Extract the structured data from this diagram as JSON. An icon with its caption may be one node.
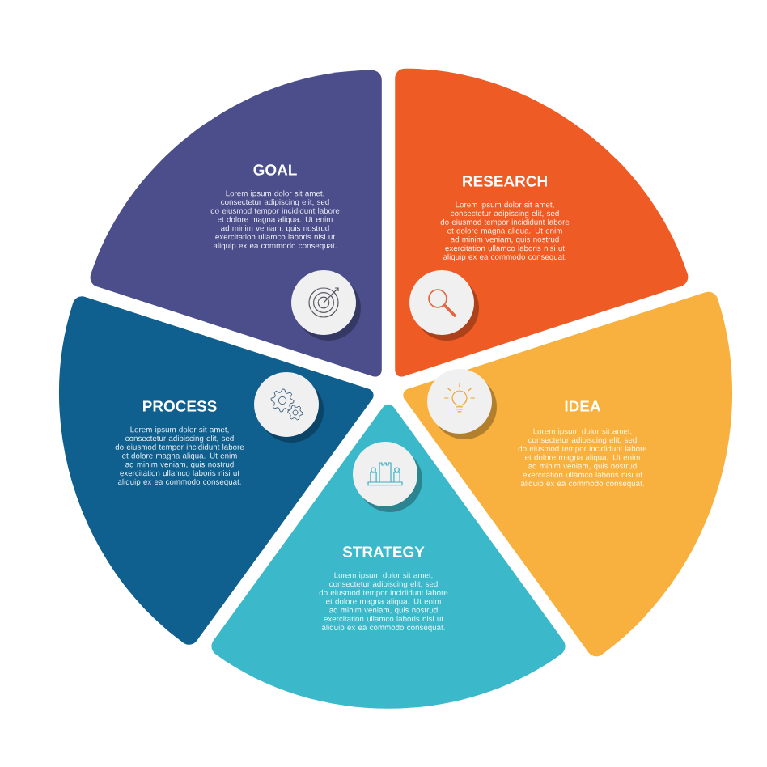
{
  "diagram": {
    "nodes": [
      {
        "text": [
          "GOAL",
          "Lorem ipsum dolor sit amet, consectetur adipiscing elit, sed do eiusmod tempor incididunt labore et dolore magna aliqua. Ut enim ad minim veniam, quis nostrud exercitation ullamco laboris nisi ut aliquip ex ea commodo consequat."
        ]
      },
      {
        "text": [
          "RESEARCH",
          "Lorem ipsum dolor sit amet, consectetur adipiscing elit, sed do eiusmod tempor incididunt labore et dolore magna aliqua. Ut enim ad minim veniam, quis nostrud exercitation ullamco laboris nisi ut aliquip ex ea commodo consequat."
        ]
      },
      {
        "text": [
          "PROCESS",
          "Lorem ipsum dolor sit amet, consectetur adipiscing elit, sed do eiusmod tempor incididunt labore et dolore magna aliqua. Ut enim ad minim veniam, quis nostrud exercitation ullamco laboris nisi ut aliquip ex ea commodo consequat."
        ]
      },
      {
        "text": [
          "IDEA",
          "Lorem ipsum dolor sit amet, consectetur adipiscing elit, sed do eiusmod tempor incididunt labore et dolore magna aliqua. Ut enim ad minim veniam, quis nostrud exercitation ullamco laboris nisi ut aliquip ex ea commodo consequat."
        ]
      },
      {
        "text": [
          "STRATEGY",
          "Lorem ipsum dolor sit amet, consectetur adipiscing elit, sed do eiusmod tempor incididunt labore et dolore magna aliqua. Ut enim ad minim veniam, quis nostrud exercitation ullamco laboris nisi ut aliquip ex ea commodo consequat."
        ]
      }
    ]
  }
}
